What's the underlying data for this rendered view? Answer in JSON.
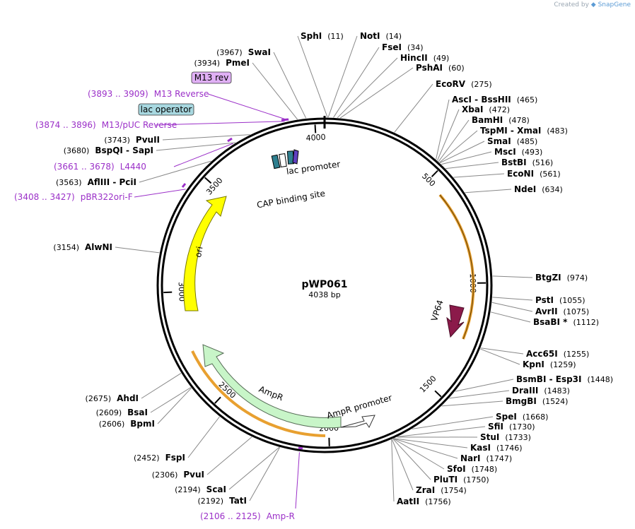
{
  "credit": {
    "prefix": "Created by",
    "brand": "SnapGene"
  },
  "plasmid": {
    "name": "pWP061",
    "size_label": "4038 bp",
    "length": 4038
  },
  "ticks": [
    {
      "pos": 500,
      "label": "500"
    },
    {
      "pos": 1000,
      "label": "1000"
    },
    {
      "pos": 1500,
      "label": "1500"
    },
    {
      "pos": 2000,
      "label": "2000"
    },
    {
      "pos": 2500,
      "label": "2500"
    },
    {
      "pos": 3000,
      "label": "3000"
    },
    {
      "pos": 3500,
      "label": "3500"
    },
    {
      "pos": 4000,
      "label": "4000"
    }
  ],
  "features": [
    {
      "name": "VP64",
      "start": 560,
      "end": 1400,
      "color": "#8b1a4a",
      "label": "VP64"
    },
    {
      "name": "AmpR",
      "start": 1850,
      "end": 2650,
      "color": "#c8f5c8",
      "label": "AmpR"
    },
    {
      "name": "ori",
      "start": 2880,
      "end": 3480,
      "color": "#ffff00",
      "label": "ori"
    }
  ],
  "promoters": [
    {
      "label": "AmpR promoter"
    },
    {
      "label": "lac promoter"
    },
    {
      "label": "CAP binding site"
    }
  ],
  "enzymes_right": [
    {
      "name": "SphI",
      "pos": "(11)"
    },
    {
      "name": "NotI",
      "pos": "(14)"
    },
    {
      "name": "FseI",
      "pos": "(34)"
    },
    {
      "name": "HincII",
      "pos": "(49)"
    },
    {
      "name": "PshAI",
      "pos": "(60)"
    },
    {
      "name": "EcoRV",
      "pos": "(275)"
    },
    {
      "name": "AscI - BssHII",
      "pos": "(465)"
    },
    {
      "name": "XbaI",
      "pos": "(472)"
    },
    {
      "name": "BamHI",
      "pos": "(478)"
    },
    {
      "name": "TspMI - XmaI",
      "pos": "(483)"
    },
    {
      "name": "SmaI",
      "pos": "(485)"
    },
    {
      "name": "MscI",
      "pos": "(493)"
    },
    {
      "name": "BstBI",
      "pos": "(516)"
    },
    {
      "name": "EcoNI",
      "pos": "(561)"
    },
    {
      "name": "NdeI",
      "pos": "(634)"
    },
    {
      "name": "BtgZI",
      "pos": "(974)"
    },
    {
      "name": "PstI",
      "pos": "(1055)"
    },
    {
      "name": "AvrII",
      "pos": "(1075)"
    },
    {
      "name": "BsaBI *",
      "pos": "(1112)"
    },
    {
      "name": "Acc65I",
      "pos": "(1255)"
    },
    {
      "name": "KpnI",
      "pos": "(1259)"
    },
    {
      "name": "BsmBI - Esp3I",
      "pos": "(1448)"
    },
    {
      "name": "DraIII",
      "pos": "(1483)"
    },
    {
      "name": "BmgBI",
      "pos": "(1524)"
    },
    {
      "name": "SpeI",
      "pos": "(1668)"
    },
    {
      "name": "SfiI",
      "pos": "(1730)"
    },
    {
      "name": "StuI",
      "pos": "(1733)"
    },
    {
      "name": "KasI",
      "pos": "(1746)"
    },
    {
      "name": "NarI",
      "pos": "(1747)"
    },
    {
      "name": "SfoI",
      "pos": "(1748)"
    },
    {
      "name": "PluTI",
      "pos": "(1750)"
    },
    {
      "name": "ZraI",
      "pos": "(1754)"
    },
    {
      "name": "AatII",
      "pos": "(1756)"
    }
  ],
  "enzymes_left": [
    {
      "name": "SwaI",
      "pos": "(3967)"
    },
    {
      "name": "PmeI",
      "pos": "(3934)"
    },
    {
      "name": "PvuII",
      "pos": "(3743)"
    },
    {
      "name": "BspQI - SapI",
      "pos": "(3680)"
    },
    {
      "name": "AflIII - PciI",
      "pos": "(3563)"
    },
    {
      "name": "AlwNI",
      "pos": "(3154)"
    },
    {
      "name": "AhdI",
      "pos": "(2675)"
    },
    {
      "name": "BsaI",
      "pos": "(2609)"
    },
    {
      "name": "BpmI",
      "pos": "(2606)"
    },
    {
      "name": "FspI",
      "pos": "(2452)"
    },
    {
      "name": "PvuI",
      "pos": "(2306)"
    },
    {
      "name": "ScaI",
      "pos": "(2194)"
    },
    {
      "name": "TatI",
      "pos": "(2192)"
    }
  ],
  "primers": [
    {
      "name": "M13 Reverse",
      "range": "(3893 .. 3909)"
    },
    {
      "name": "M13/pUC Reverse",
      "range": "(3874 .. 3896)"
    },
    {
      "name": "L4440",
      "range": "(3661 .. 3678)"
    },
    {
      "name": "pBR322ori-F",
      "range": "(3408 .. 3427)"
    },
    {
      "name": "Amp-R",
      "range": "(2106 .. 2125)"
    }
  ],
  "boxed_labels": [
    {
      "name": "M13 rev",
      "color": "#e0b0f5"
    },
    {
      "name": "lac operator",
      "color": "#a8d8e0"
    }
  ]
}
